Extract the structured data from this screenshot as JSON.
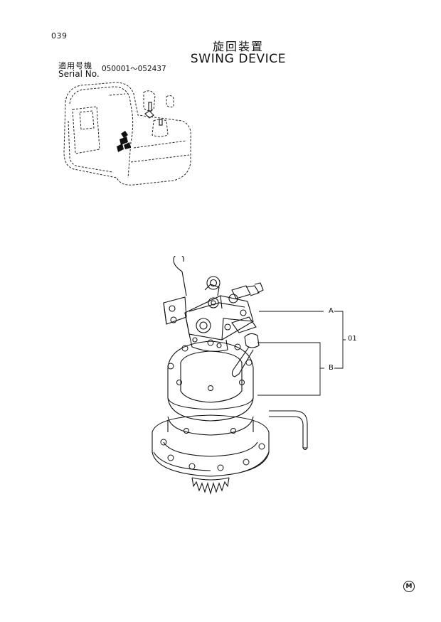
{
  "header": {
    "page_number": "039",
    "title_jp": "旋回装置",
    "title_en": "SWING DEVICE"
  },
  "serial": {
    "label_jp": "適用号機",
    "label_en": "Serial No.",
    "range": "050001～052437"
  },
  "callouts": {
    "a": "A",
    "b": "B",
    "item": "01"
  },
  "footer": {
    "mark": "M"
  }
}
